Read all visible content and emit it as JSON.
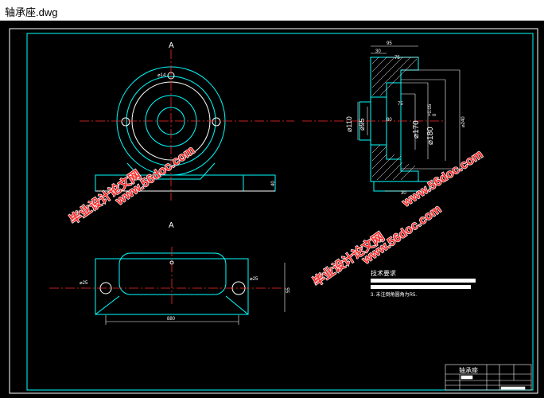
{
  "window": {
    "title": "轴承座.dwg"
  },
  "drawing": {
    "view_label_top": "A",
    "view_label_bottom": "A",
    "dims": {
      "d14": "⌀14",
      "d25": "⌀25",
      "d25b": "⌀25",
      "d880": "880",
      "d95": "95",
      "d30": "30",
      "d75": "75",
      "d110": "⌀110",
      "d95b": "⌀95",
      "d75b": "75",
      "d170": "⌀170",
      "d180": "⌀180",
      "tol_upper": "+0.05",
      "tol_lower": "0",
      "d80": "80",
      "d240": "⌀240",
      "d30b": "30",
      "d40": "40",
      "d55": "55"
    },
    "tech": {
      "heading": "技术要求",
      "line3": "3. 未注倒角圆角为R5."
    },
    "title_block": {
      "name": "轴承座"
    }
  },
  "watermarks": [
    {
      "text": "www.56doc.com"
    },
    {
      "text": "毕业设计论文网"
    },
    {
      "text": "www.56doc.com"
    },
    {
      "text": "毕业设计论文网"
    },
    {
      "text": "www.56doc.com"
    }
  ],
  "colors": {
    "cyan": "#00ffff",
    "red": "#ff2a2a",
    "white": "#ffffff",
    "background": "#000000"
  }
}
